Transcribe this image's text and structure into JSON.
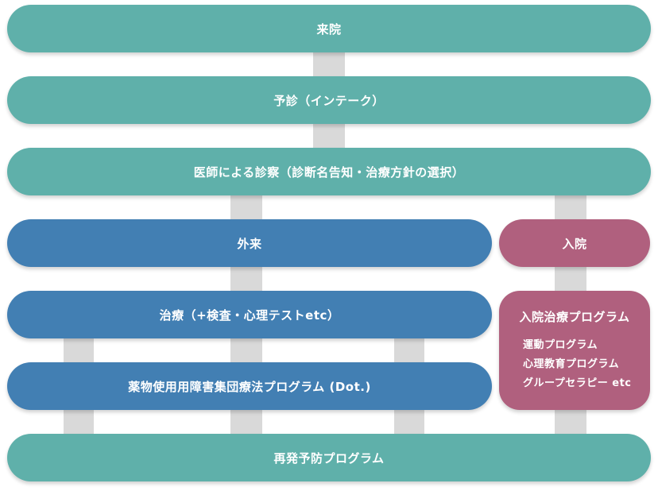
{
  "steps": {
    "visit": "来院",
    "intake": "予診（インテーク）",
    "diagnosis": "医師による診察（診断名告知・治療方針の選択）",
    "outpatient": "外来",
    "treatment": "治療（+検査・心理テストetc）",
    "group_program": "薬物使用用障害集団療法プログラム (Dot.)",
    "relapse": "再発予防プログラム"
  },
  "inpatient": {
    "label": "入院",
    "program_title": "入院治療プログラム",
    "programs": [
      "運動プログラム",
      "心理教育プログラム",
      "グループセラピー etc"
    ]
  },
  "colors": {
    "teal": "#5fb0aa",
    "blue": "#427fb3",
    "pink": "#b0607e",
    "connector": "#d9d9d9"
  }
}
